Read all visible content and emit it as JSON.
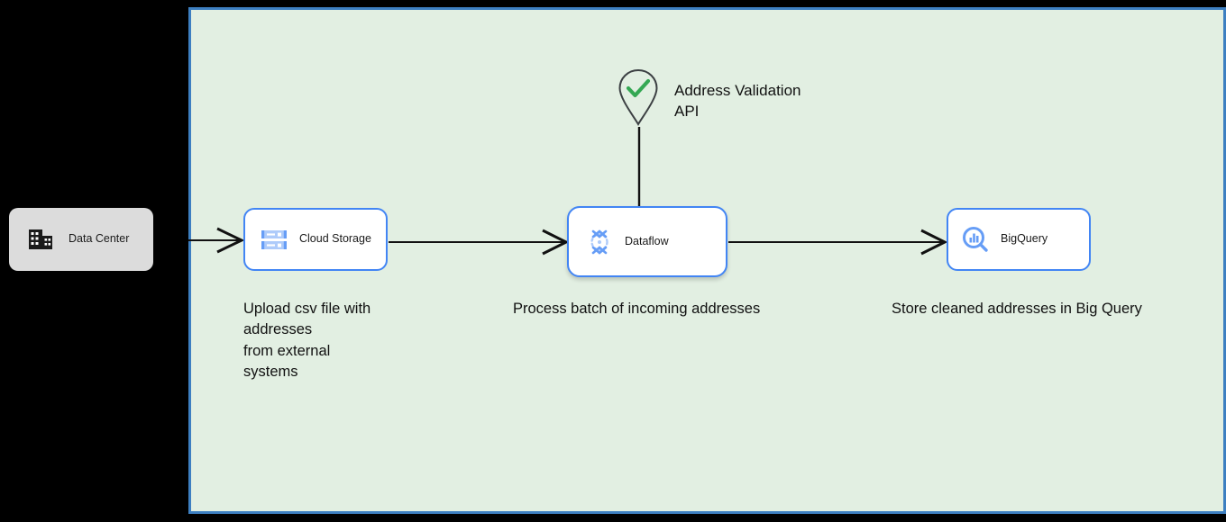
{
  "diagram": {
    "background_color": "#000000",
    "zone": {
      "name": "architecture-zone",
      "fill_color": "#e2efe2",
      "border_color": "#3d7fc1"
    },
    "accent_color": "#4285f4",
    "check_color": "#34a853"
  },
  "nodes": [
    {
      "id": "data-center",
      "label": "Data Center",
      "icon": "building-icon",
      "fill_color": "#dcdcdc"
    },
    {
      "id": "cloud-storage",
      "label": "Cloud Storage",
      "icon": "cloud-storage-icon",
      "fill_color": "#ffffff"
    },
    {
      "id": "dataflow",
      "label": "Dataflow",
      "icon": "dataflow-icon",
      "fill_color": "#ffffff",
      "selected": true
    },
    {
      "id": "bigquery",
      "label": "BigQuery",
      "icon": "bigquery-icon",
      "fill_color": "#ffffff"
    }
  ],
  "external_service": {
    "id": "address-validation-api",
    "label": "Address Validation\nAPI",
    "icon": "map-pin-check-icon"
  },
  "captions": [
    {
      "id": "caption-storage",
      "text": "Upload csv file with\naddresses\nfrom external\nsystems"
    },
    {
      "id": "caption-dataflow",
      "text": "Process batch of incoming addresses"
    },
    {
      "id": "caption-bigquery",
      "text": "Store cleaned addresses in Big Query"
    }
  ],
  "connectors": [
    {
      "id": "datacenter-to-cloudstorage",
      "style": "arrow"
    },
    {
      "id": "cloudstorage-to-dataflow",
      "style": "arrow"
    },
    {
      "id": "dataflow-to-bigquery",
      "style": "arrow"
    },
    {
      "id": "api-to-dataflow",
      "style": "line"
    }
  ]
}
